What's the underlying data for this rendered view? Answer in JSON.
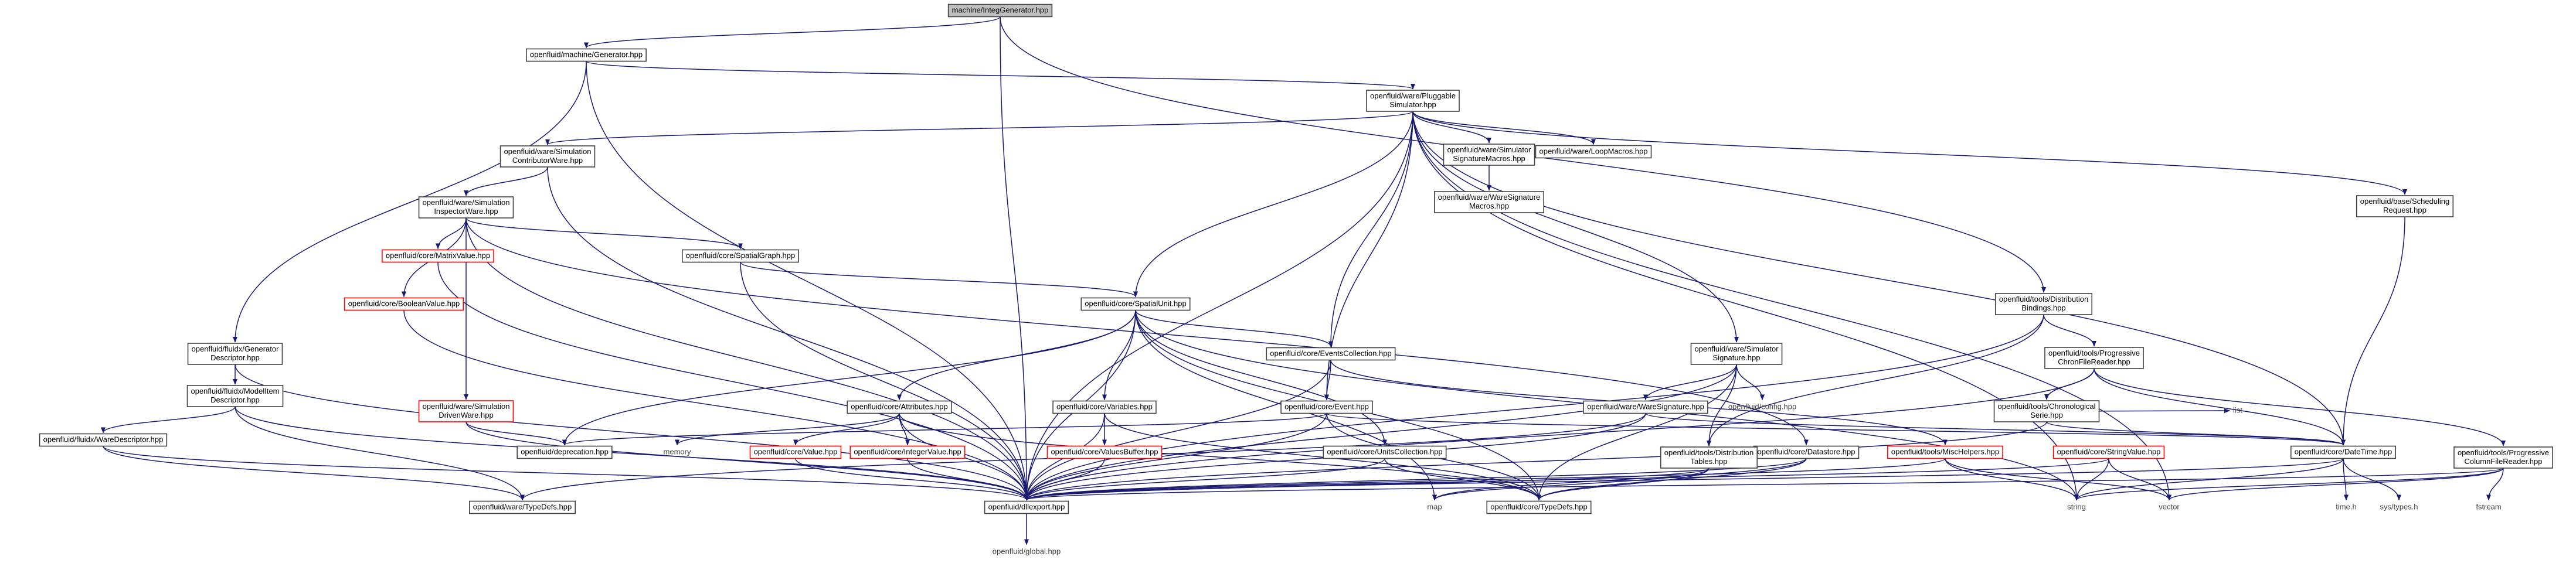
{
  "diagram": {
    "nodes": [
      {
        "id": "gen",
        "lines": [
          "machine/IntegGenerator.hpp"
        ],
        "style": "root"
      },
      {
        "id": "mgen",
        "lines": [
          "openfluid/machine/Generator.hpp"
        ],
        "style": "normal"
      },
      {
        "id": "plug",
        "lines": [
          "openfluid/ware/Pluggable",
          "Simulator.hpp"
        ],
        "style": "normal"
      },
      {
        "id": "gendesc",
        "lines": [
          "openfluid/fluidx/Generator",
          "Descriptor.hpp"
        ],
        "style": "normal"
      },
      {
        "id": "mimdesc",
        "lines": [
          "openfluid/fluidx/ModelItem",
          "Descriptor.hpp"
        ],
        "style": "normal"
      },
      {
        "id": "waredesc",
        "lines": [
          "openfluid/fluidx/WareDescriptor.hpp"
        ],
        "style": "normal"
      },
      {
        "id": "simcontrib",
        "lines": [
          "openfluid/ware/Simulation",
          "ContributorWare.hpp"
        ],
        "style": "normal"
      },
      {
        "id": "siminsp",
        "lines": [
          "openfluid/ware/Simulation",
          "InspectorWare.hpp"
        ],
        "style": "normal"
      },
      {
        "id": "matrix",
        "lines": [
          "openfluid/core/MatrixValue.hpp"
        ],
        "style": "red"
      },
      {
        "id": "bool",
        "lines": [
          "openfluid/core/BooleanValue.hpp"
        ],
        "style": "red"
      },
      {
        "id": "simdrv",
        "lines": [
          "openfluid/ware/Simulation",
          "DrivenWare.hpp"
        ],
        "style": "red"
      },
      {
        "id": "sigmacros",
        "lines": [
          "openfluid/ware/Simulator",
          "SignatureMacros.hpp"
        ],
        "style": "normal"
      },
      {
        "id": "waresigmacros",
        "lines": [
          "openfluid/ware/WareSignature",
          "Macros.hpp"
        ],
        "style": "normal"
      },
      {
        "id": "loopmacros",
        "lines": [
          "openfluid/ware/LoopMacros.hpp"
        ],
        "style": "normal"
      },
      {
        "id": "spgraph",
        "lines": [
          "openfluid/core/SpatialGraph.hpp"
        ],
        "style": "normal"
      },
      {
        "id": "spunit",
        "lines": [
          "openfluid/core/SpatialUnit.hpp"
        ],
        "style": "normal"
      },
      {
        "id": "attrs",
        "lines": [
          "openfluid/core/Attributes.hpp"
        ],
        "style": "normal"
      },
      {
        "id": "value",
        "lines": [
          "openfluid/core/Value.hpp"
        ],
        "style": "red"
      },
      {
        "id": "intval",
        "lines": [
          "openfluid/core/IntegerValue.hpp"
        ],
        "style": "red"
      },
      {
        "id": "vars",
        "lines": [
          "openfluid/core/Variables.hpp"
        ],
        "style": "normal"
      },
      {
        "id": "valbuf",
        "lines": [
          "openfluid/core/ValuesBuffer.hpp"
        ],
        "style": "red"
      },
      {
        "id": "evcoll",
        "lines": [
          "openfluid/core/EventsCollection.hpp"
        ],
        "style": "normal"
      },
      {
        "id": "event",
        "lines": [
          "openfluid/core/Event.hpp"
        ],
        "style": "normal"
      },
      {
        "id": "unitscoll",
        "lines": [
          "openfluid/core/UnitsCollection.hpp"
        ],
        "style": "normal"
      },
      {
        "id": "depr",
        "lines": [
          "openfluid/deprecation.hpp"
        ],
        "style": "normal"
      },
      {
        "id": "dllexport",
        "lines": [
          "openfluid/dllexport.hpp"
        ],
        "style": "normal"
      },
      {
        "id": "waretypedefs",
        "lines": [
          "openfluid/ware/TypeDefs.hpp"
        ],
        "style": "normal"
      },
      {
        "id": "coretypedefs",
        "lines": [
          "openfluid/core/TypeDefs.hpp"
        ],
        "style": "normal"
      },
      {
        "id": "simsig",
        "lines": [
          "openfluid/ware/Simulator",
          "Signature.hpp"
        ],
        "style": "normal"
      },
      {
        "id": "waresig",
        "lines": [
          "openfluid/ware/WareSignature.hpp"
        ],
        "style": "normal"
      },
      {
        "id": "dateset",
        "lines": [
          "openfluid/core/Datastore.hpp"
        ],
        "style": "normal"
      },
      {
        "id": "distrtables",
        "lines": [
          "openfluid/tools/Distribution",
          "Tables.hpp"
        ],
        "style": "normal"
      },
      {
        "id": "mischelpers",
        "lines": [
          "openfluid/tools/MiscHelpers.hpp"
        ],
        "style": "red"
      },
      {
        "id": "strval",
        "lines": [
          "openfluid/core/StringValue.hpp"
        ],
        "style": "red"
      },
      {
        "id": "distrbind",
        "lines": [
          "openfluid/tools/Distribution",
          "Bindings.hpp"
        ],
        "style": "normal"
      },
      {
        "id": "progchron",
        "lines": [
          "openfluid/tools/Progressive",
          "ChronFileReader.hpp"
        ],
        "style": "normal"
      },
      {
        "id": "chronser",
        "lines": [
          "openfluid/tools/Chronological",
          "Serie.hpp"
        ],
        "style": "normal"
      },
      {
        "id": "datetime",
        "lines": [
          "openfluid/core/DateTime.hpp"
        ],
        "style": "normal"
      },
      {
        "id": "progcol",
        "lines": [
          "openfluid/tools/Progressive",
          "ColumnFileReader.hpp"
        ],
        "style": "normal"
      },
      {
        "id": "schedreq",
        "lines": [
          "openfluid/base/Scheduling",
          "Request.hpp"
        ],
        "style": "normal"
      },
      {
        "id": "global",
        "lines": [
          "openfluid/global.hpp"
        ],
        "style": "leaf"
      },
      {
        "id": "config",
        "lines": [
          "openfluid/config.hpp"
        ],
        "style": "leaf"
      },
      {
        "id": "memory",
        "lines": [
          "memory"
        ],
        "style": "leaf"
      },
      {
        "id": "map",
        "lines": [
          "map"
        ],
        "style": "leaf"
      },
      {
        "id": "list",
        "lines": [
          "list"
        ],
        "style": "leaf"
      },
      {
        "id": "string",
        "lines": [
          "string"
        ],
        "style": "leaf"
      },
      {
        "id": "vector",
        "lines": [
          "vector"
        ],
        "style": "leaf"
      },
      {
        "id": "timeh",
        "lines": [
          "time.h"
        ],
        "style": "leaf"
      },
      {
        "id": "systypes",
        "lines": [
          "sys/types.h"
        ],
        "style": "leaf"
      },
      {
        "id": "fstream",
        "lines": [
          "fstream"
        ],
        "style": "leaf"
      }
    ],
    "edges": [
      [
        "gen",
        "mgen"
      ],
      [
        "gen",
        "dllexport"
      ],
      [
        "gen",
        "distrbind"
      ],
      [
        "mgen",
        "plug"
      ],
      [
        "mgen",
        "gendesc"
      ],
      [
        "mgen",
        "dllexport"
      ],
      [
        "plug",
        "simcontrib"
      ],
      [
        "plug",
        "sigmacros"
      ],
      [
        "plug",
        "loopmacros"
      ],
      [
        "plug",
        "schedreq"
      ],
      [
        "plug",
        "spunit"
      ],
      [
        "plug",
        "evcoll"
      ],
      [
        "plug",
        "event"
      ],
      [
        "plug",
        "simsig"
      ],
      [
        "plug",
        "datetime"
      ],
      [
        "plug",
        "dllexport"
      ],
      [
        "plug",
        "string"
      ],
      [
        "plug",
        "vector"
      ],
      [
        "gendesc",
        "mimdesc"
      ],
      [
        "gendesc",
        "dllexport"
      ],
      [
        "mimdesc",
        "waredesc"
      ],
      [
        "mimdesc",
        "dllexport"
      ],
      [
        "mimdesc",
        "waretypedefs"
      ],
      [
        "waredesc",
        "dllexport"
      ],
      [
        "waredesc",
        "waretypedefs"
      ],
      [
        "simcontrib",
        "siminsp"
      ],
      [
        "simcontrib",
        "dllexport"
      ],
      [
        "siminsp",
        "matrix"
      ],
      [
        "siminsp",
        "bool"
      ],
      [
        "siminsp",
        "simdrv"
      ],
      [
        "siminsp",
        "spgraph"
      ],
      [
        "siminsp",
        "dllexport"
      ],
      [
        "siminsp",
        "dateset"
      ],
      [
        "matrix",
        "dllexport"
      ],
      [
        "bool",
        "dllexport"
      ],
      [
        "simdrv",
        "depr"
      ],
      [
        "simdrv",
        "dllexport"
      ],
      [
        "sigmacros",
        "waresigmacros"
      ],
      [
        "spgraph",
        "spunit"
      ],
      [
        "spgraph",
        "dllexport"
      ],
      [
        "spunit",
        "attrs"
      ],
      [
        "spunit",
        "vars"
      ],
      [
        "spunit",
        "evcoll"
      ],
      [
        "spunit",
        "unitscoll"
      ],
      [
        "spunit",
        "depr"
      ],
      [
        "spunit",
        "dllexport"
      ],
      [
        "spunit",
        "map"
      ],
      [
        "spunit",
        "coretypedefs"
      ],
      [
        "spunit",
        "string"
      ],
      [
        "attrs",
        "memory"
      ],
      [
        "attrs",
        "value"
      ],
      [
        "attrs",
        "intval"
      ],
      [
        "attrs",
        "dllexport"
      ],
      [
        "attrs",
        "coretypedefs"
      ],
      [
        "value",
        "dllexport"
      ],
      [
        "intval",
        "dllexport"
      ],
      [
        "vars",
        "valbuf"
      ],
      [
        "vars",
        "dllexport"
      ],
      [
        "vars",
        "coretypedefs"
      ],
      [
        "valbuf",
        "dllexport"
      ],
      [
        "evcoll",
        "event"
      ],
      [
        "evcoll",
        "dllexport"
      ],
      [
        "evcoll",
        "mischelpers"
      ],
      [
        "event",
        "depr"
      ],
      [
        "event",
        "dllexport"
      ],
      [
        "event",
        "coretypedefs"
      ],
      [
        "event",
        "datetime"
      ],
      [
        "unitscoll",
        "dllexport"
      ],
      [
        "unitscoll",
        "coretypedefs"
      ],
      [
        "dllexport",
        "global"
      ],
      [
        "simsig",
        "waresig"
      ],
      [
        "simsig",
        "config"
      ],
      [
        "simsig",
        "distrtables"
      ],
      [
        "simsig",
        "dllexport"
      ],
      [
        "simsig",
        "coretypedefs"
      ],
      [
        "waresig",
        "dllexport"
      ],
      [
        "waresig",
        "waretypedefs"
      ],
      [
        "waresig",
        "datetime"
      ],
      [
        "dateset",
        "dllexport"
      ],
      [
        "dateset",
        "coretypedefs"
      ],
      [
        "dateset",
        "map"
      ],
      [
        "distrtables",
        "dllexport"
      ],
      [
        "distrtables",
        "coretypedefs"
      ],
      [
        "distrtables",
        "map"
      ],
      [
        "mischelpers",
        "dllexport"
      ],
      [
        "mischelpers",
        "string"
      ],
      [
        "mischelpers",
        "vector"
      ],
      [
        "strval",
        "dllexport"
      ],
      [
        "strval",
        "string"
      ],
      [
        "strval",
        "vector"
      ],
      [
        "distrbind",
        "progchron"
      ],
      [
        "distrbind",
        "distrtables"
      ],
      [
        "distrbind",
        "dllexport"
      ],
      [
        "progchron",
        "chronser"
      ],
      [
        "progchron",
        "progcol"
      ],
      [
        "progchron",
        "datetime"
      ],
      [
        "progchron",
        "dllexport"
      ],
      [
        "chronser",
        "datetime"
      ],
      [
        "chronser",
        "list"
      ],
      [
        "chronser",
        "dllexport"
      ],
      [
        "datetime",
        "dllexport"
      ],
      [
        "datetime",
        "string"
      ],
      [
        "datetime",
        "timeh"
      ],
      [
        "datetime",
        "systypes"
      ],
      [
        "progcol",
        "fstream"
      ],
      [
        "progcol",
        "string"
      ],
      [
        "progcol",
        "vector"
      ],
      [
        "progcol",
        "dllexport"
      ],
      [
        "schedreq",
        "datetime"
      ]
    ]
  }
}
